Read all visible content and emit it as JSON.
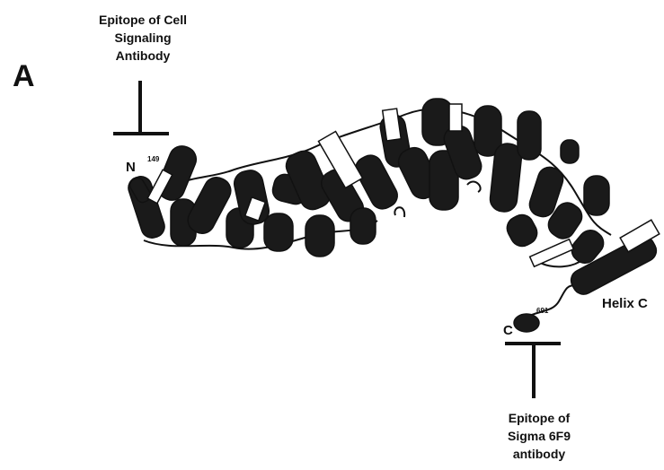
{
  "figure": {
    "panel_letter": "A",
    "top_epitope": [
      "Epitope of Cell",
      "Signaling",
      "Antibody"
    ],
    "bottom_epitope": [
      "Epitope of",
      "Sigma 6F9",
      "antibody"
    ],
    "n_terminus": "N",
    "n_residue": "149",
    "c_terminus": "C",
    "c_residue": "691",
    "helix_label": "Helix C"
  },
  "colors": {
    "ink": "#111111",
    "helix_fill": "#1a1a1a",
    "background": "#ffffff"
  }
}
